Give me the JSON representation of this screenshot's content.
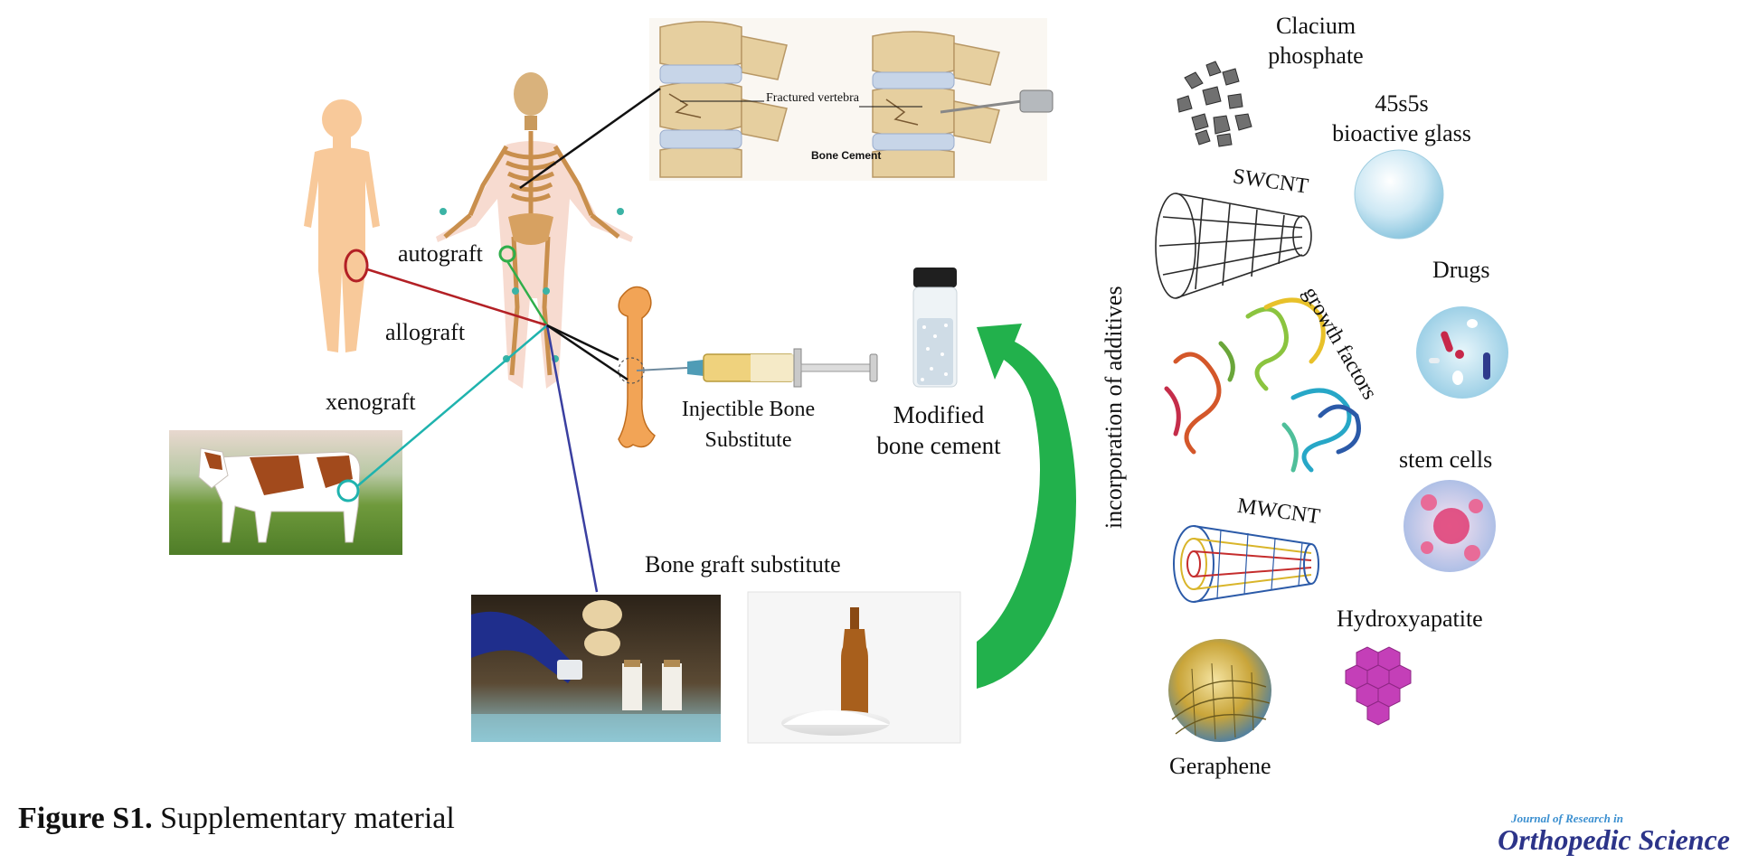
{
  "labels": {
    "autograft": "autograft",
    "allograft": "allograft",
    "xenograft": "xenograft",
    "fractured_vertebra": "Fractured vertebra",
    "bone_cement_top": "Bone Cement",
    "injectible_line1": "Injectible Bone",
    "injectible_line2": "Substitute",
    "modified_line1": "Modified",
    "modified_line2": "bone cement",
    "bone_graft_substitute": "Bone graft substitute",
    "incorporation": "incorporation of additives"
  },
  "additives": {
    "calcium_line1": "Clacium",
    "calcium_line2": "phosphate",
    "bioglass_line1": "45s5s",
    "bioglass_line2": "bioactive glass",
    "swcnt": "SWCNT",
    "drugs": "Drugs",
    "growth_factors": "growth factors",
    "stem_cells": "stem cells",
    "mwcnt": "MWCNT",
    "hydroxyapatite": "Hydroxyapatite",
    "graphene": "Geraphene"
  },
  "caption": {
    "bold": "Figure S1.",
    "text": "Supplementary material"
  },
  "journal": {
    "small": "Journal of Research in",
    "big": "Orthopedic Science"
  },
  "colors": {
    "autograft_line": "#2fae4a",
    "allograft_line": "#b32025",
    "xenograft_line": "#1fb3ae",
    "substitute_line": "#3a3fa0",
    "arrow_green": "#22b14c",
    "journal_blue": "#2c3489"
  }
}
